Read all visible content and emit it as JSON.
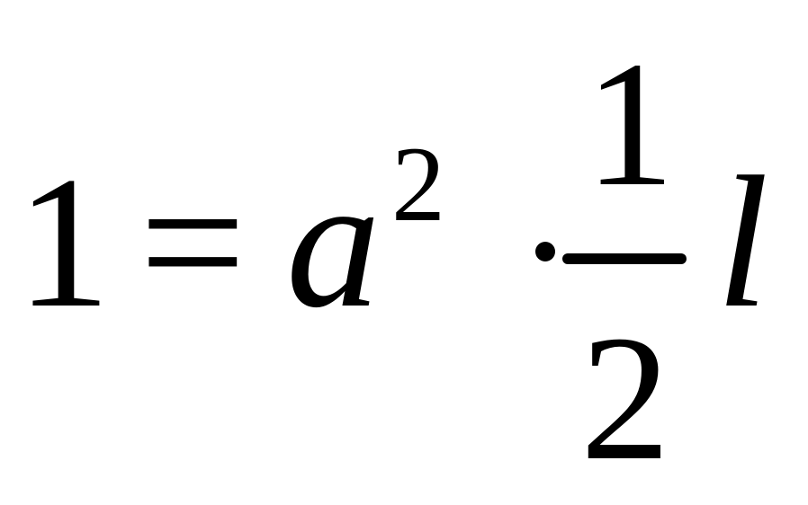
{
  "formula": {
    "lhs": "1",
    "equals": "=",
    "base": "a",
    "exponent": "2",
    "dot": "·",
    "numerator": "1",
    "denominator": "2",
    "variable": "l"
  }
}
